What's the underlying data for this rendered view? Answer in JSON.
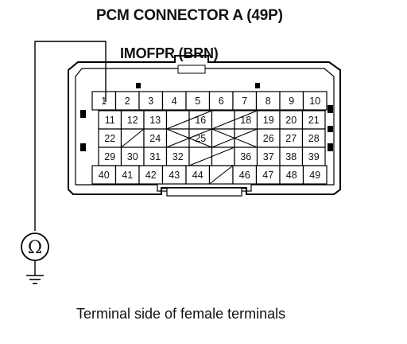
{
  "title": "PCM CONNECTOR A (49P)",
  "wire_label": "IMOFPR (BRN)",
  "footer": "Terminal side of female terminals",
  "meter_symbol": "Ω",
  "rows": [
    [
      "1",
      "2",
      "3",
      "4",
      "5",
      "6",
      "7",
      "8",
      "9",
      "10"
    ],
    [
      "11",
      "12",
      "13",
      "",
      "16",
      "",
      "18",
      "19",
      "20",
      "21"
    ],
    [
      "22",
      "",
      "24",
      "",
      "25",
      "",
      "",
      "26",
      "27",
      "28"
    ],
    [
      "29",
      "30",
      "31",
      "32",
      "",
      "",
      "36",
      "37",
      "38",
      "39"
    ],
    [
      "40",
      "41",
      "42",
      "43",
      "44",
      "",
      "46",
      "47",
      "48",
      "49"
    ]
  ],
  "highlighted_terminal": "1",
  "ground_symbol": "ground-icon"
}
